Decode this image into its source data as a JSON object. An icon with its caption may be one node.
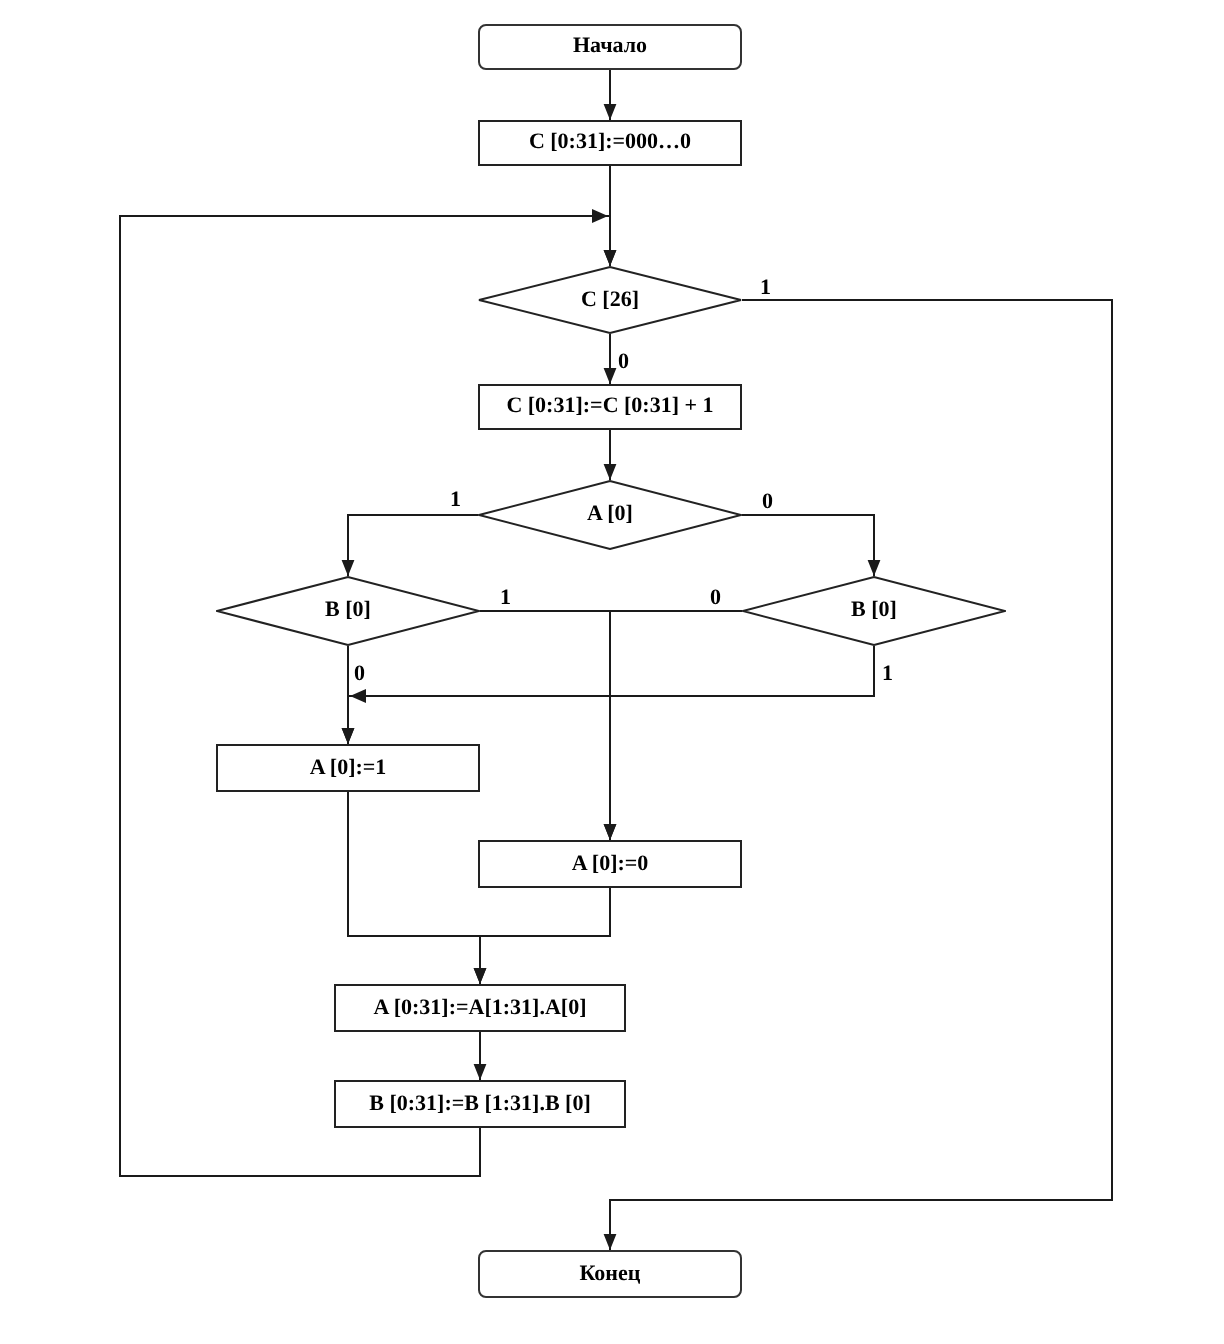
{
  "diagram": {
    "nodes": [
      {
        "text": [
          "Начало"
        ]
      },
      {
        "text": [
          "C [0:31]:=000…0"
        ]
      },
      {
        "text": [
          "C [26]"
        ]
      },
      {
        "text": [
          "C [0:31]:=C [0:31] + 1"
        ]
      },
      {
        "text": [
          "A [0]"
        ]
      },
      {
        "text": [
          "B [0]"
        ]
      },
      {
        "text": [
          "B [0]"
        ]
      },
      {
        "text": [
          "A [0]:=1"
        ]
      },
      {
        "text": [
          "A [0]:=0"
        ]
      },
      {
        "text": [
          "A [0:31]:=A[1:31].A[0]"
        ]
      },
      {
        "text": [
          "B [0:31]:=B [1:31].B [0]"
        ]
      },
      {
        "text": [
          "Конец"
        ]
      }
    ],
    "edges": [
      {
        "from": 0,
        "to": 1,
        "arrow": "to"
      },
      {
        "from": 1,
        "to": 2,
        "arrow": "to"
      },
      {
        "from": 2,
        "to": 3,
        "label": "0",
        "arrow": "to"
      },
      {
        "from": 2,
        "to": 11,
        "label": "1",
        "arrow": "to"
      },
      {
        "from": 3,
        "to": 4,
        "arrow": "to"
      },
      {
        "from": 4,
        "to": 5,
        "label": "1",
        "arrow": "to"
      },
      {
        "from": 4,
        "to": 6,
        "label": "0",
        "arrow": "to"
      },
      {
        "from": 5,
        "to": 8,
        "label": "1",
        "arrow": "to"
      },
      {
        "from": 6,
        "to": 8,
        "label": "0",
        "arrow": "to"
      },
      {
        "from": 5,
        "to": 7,
        "label": "0",
        "arrow": "to"
      },
      {
        "from": 6,
        "to": 7,
        "label": "1",
        "arrow": "to"
      },
      {
        "from": 7,
        "to": 9,
        "arrow": "to"
      },
      {
        "from": 8,
        "to": 9,
        "arrow": "to"
      },
      {
        "from": 9,
        "to": 10,
        "arrow": "to"
      },
      {
        "from": 10,
        "to": 2,
        "arrow": "to"
      }
    ]
  }
}
